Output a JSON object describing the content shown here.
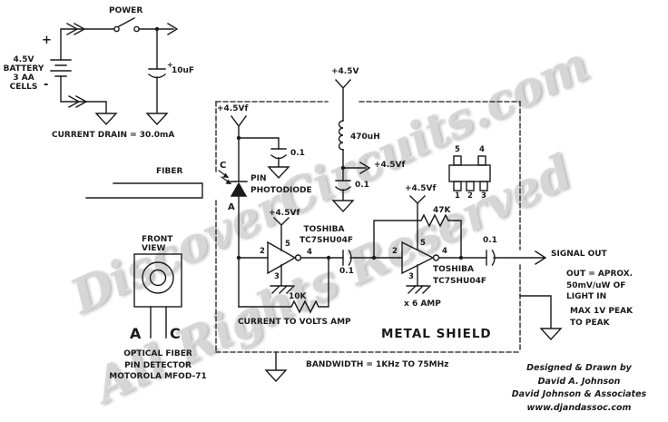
{
  "watermark": {
    "line1": "DiscoverCircuits.com",
    "line2": "All Rights Reserved"
  },
  "power_section": {
    "power_label": "POWER",
    "plus": "+",
    "minus": "-",
    "battery_l1": "4.5V",
    "battery_l2": "BATTERY",
    "battery_l3": "3 AA",
    "battery_l4": "CELLS",
    "cap_value": "10uF",
    "cap_polarity": "+",
    "current_drain": "CURRENT DRAIN = 30.0mA"
  },
  "fiber": {
    "label": "FIBER"
  },
  "photodiode": {
    "cathode": "C",
    "anode": "A",
    "name_l1": "PIN",
    "name_l2": "PHOTODIODE"
  },
  "supplies": {
    "v45": "+4.5V",
    "v45f": "+4.5Vf"
  },
  "components": {
    "inductor": "470uH",
    "cap01": "0.1",
    "r10k": "10K",
    "r47k": "47K"
  },
  "pins": {
    "1": "1",
    "2": "2",
    "3": "3",
    "4": "4",
    "5": "5"
  },
  "amp1": {
    "mfr": "TOSHIBA",
    "part": "TC7SHU04F",
    "caption": "CURRENT TO VOLTS AMP"
  },
  "amp2": {
    "mfr": "TOSHIBA",
    "part": "TC7SHU04F",
    "caption": "x 6 AMP"
  },
  "shield": {
    "label": "METAL SHIELD",
    "bandwidth": "BANDWIDTH = 1KHz TO 75MHz"
  },
  "output": {
    "signal": "SIGNAL OUT",
    "note1_l1": "OUT = APROX.",
    "note1_l2": "50mV/uW OF",
    "note1_l3": "LIGHT IN",
    "note2_l1": "MAX 1V PEAK",
    "note2_l2": "TO PEAK"
  },
  "detector": {
    "front_l1": "FRONT",
    "front_l2": "VIEW",
    "lead_a": "A",
    "lead_c": "C",
    "desc_l1": "OPTICAL FIBER",
    "desc_l2": "PIN DETECTOR",
    "desc_l3": "MOTOROLA MFOD-71"
  },
  "credits": {
    "l1": "Designed & Drawn by",
    "l2": "David A. Johnson",
    "l3": "David Johnson & Associates",
    "l4": "www.djandassoc.com"
  },
  "colors": {
    "ink": "#1a1a1a",
    "watermark": "#c6c6c6"
  }
}
